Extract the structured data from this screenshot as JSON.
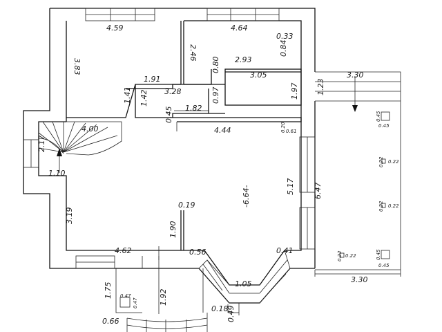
{
  "diagram": {
    "type": "floor-plan",
    "labels": {
      "d459": "4.59",
      "d464": "4.64",
      "d033": "0.33",
      "d084": "0.84",
      "d383": "3.83",
      "d246": "2.46",
      "d293": "2.93",
      "d080": "0.80",
      "d305": "3.05",
      "d330a": "3.30",
      "d191": "1.91",
      "d328": "3.28",
      "d141": "1.41",
      "d142": "1.42",
      "d182": "1.82",
      "d097": "0.97",
      "d197": "1.97",
      "d123": "1.23",
      "d045a": "0.45",
      "d444": "4.44",
      "d020": "0.20",
      "d061": "0.61",
      "d400": "4.00",
      "d217": "2.17",
      "d110": "1.10",
      "d664": "-6.64-",
      "d517": "5.17",
      "d647": "6.47",
      "d319": "3.19",
      "d019": "0.19",
      "d190": "1.90",
      "d462": "4.62",
      "d056": "0.56",
      "d041": "0.41",
      "d105": "1.05",
      "d175": "1.75",
      "d192": "1.92",
      "d018": "0.18",
      "d049": "0.49",
      "d066": "0.66",
      "d330b": "3.30"
    },
    "small_labels": {
      "p1a": "0.45",
      "p1b": "0.45",
      "p2a": "0.22",
      "p2b": "0.22",
      "p3a": "0.22",
      "p3b": "0.22",
      "p4a": "0.22",
      "p4b": "0.22",
      "p5a": "0.45",
      "p5b": "0.45",
      "p6a": "0.47",
      "p6b": "0.47"
    }
  }
}
